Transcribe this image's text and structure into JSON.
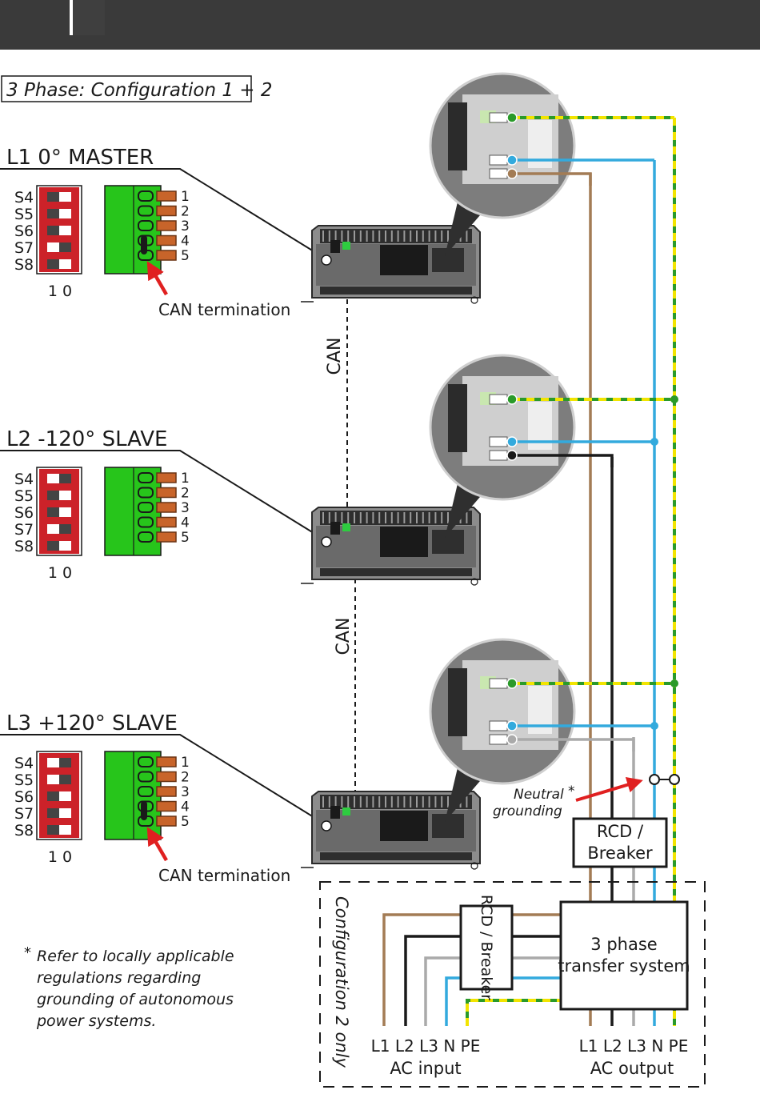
{
  "title": "3 Phase: Configuration 1 + 2",
  "units": [
    {
      "name": "L1 0° MASTER",
      "switches": [
        "S4",
        "S5",
        "S6",
        "S7",
        "S8"
      ],
      "switch_states": [
        1,
        1,
        1,
        0,
        1
      ],
      "switch_scale": "1 0",
      "pins": [
        "1",
        "2",
        "3",
        "4",
        "5"
      ],
      "can_termination": true,
      "neutral_wire_color": "#a37c55"
    },
    {
      "name": "L2 -120° SLAVE",
      "switches": [
        "S4",
        "S5",
        "S6",
        "S7",
        "S8"
      ],
      "switch_states": [
        0,
        1,
        1,
        0,
        1
      ],
      "switch_scale": "1 0",
      "pins": [
        "1",
        "2",
        "3",
        "4",
        "5"
      ],
      "can_termination": false,
      "neutral_wire_color": "#1a1a1a"
    },
    {
      "name": "L3 +120° SLAVE",
      "switches": [
        "S4",
        "S5",
        "S6",
        "S7",
        "S8"
      ],
      "switch_states": [
        0,
        0,
        1,
        1,
        1
      ],
      "switch_scale": "1 0",
      "pins": [
        "1",
        "2",
        "3",
        "4",
        "5"
      ],
      "can_termination": true,
      "neutral_wire_color": "#aaaaaa"
    }
  ],
  "labels": {
    "can_termination": "CAN termination",
    "can": "CAN",
    "neutral_grounding_1": "Neutral",
    "neutral_grounding_star": "*",
    "neutral_grounding_2": "grounding",
    "rcd_1": "RCD /",
    "rcd_2": "Breaker",
    "rcd_rot": "RCD / Breaker",
    "transfer_1": "3 phase",
    "transfer_2": "transfer system",
    "config2": "Configuration 2 only",
    "ac_input_terms": "L1 L2 L3 N PE",
    "ac_input": "AC input",
    "ac_output_terms": "L1 L2 L3 N PE",
    "ac_output": "AC output"
  },
  "footnote": {
    "star": "*",
    "lines": [
      "Refer to locally applicable",
      "regulations regarding",
      "grounding of autonomous",
      "power systems."
    ]
  },
  "colors": {
    "brown": "#a37c55",
    "black": "#1a1a1a",
    "grey": "#aaaaaa",
    "blue": "#33aadd",
    "pe_green": "#2a9a2a",
    "pe_yellow": "#f2e400",
    "switch_red": "#cc2229",
    "terminal_green": "#27c51b",
    "arrow_red": "#e02020"
  }
}
